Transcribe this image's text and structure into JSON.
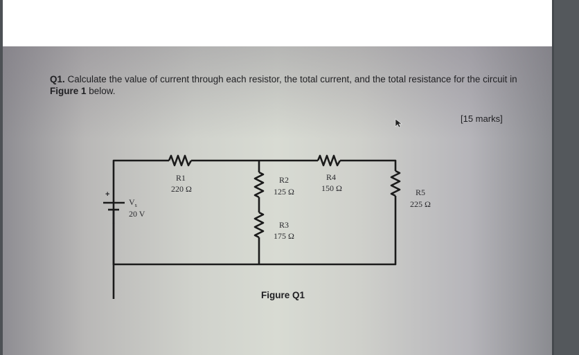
{
  "question": {
    "number": "Q1.",
    "text_before_ref": "Calculate the value of current through each resistor, the total current, and the total resistance for the circuit in",
    "figure_ref": "Figure 1",
    "text_after_ref": "below.",
    "marks": "[15 marks]"
  },
  "circuit": {
    "source": {
      "polarity": "+",
      "name": "V",
      "subscript": "s",
      "value": "20 V"
    },
    "resistors": [
      {
        "name": "R1",
        "value": "220 Ω"
      },
      {
        "name": "R2",
        "value": "125 Ω"
      },
      {
        "name": "R3",
        "value": "175 Ω"
      },
      {
        "name": "R4",
        "value": "150 Ω"
      },
      {
        "name": "R5",
        "value": "225 Ω"
      }
    ],
    "caption": "Figure Q1"
  }
}
